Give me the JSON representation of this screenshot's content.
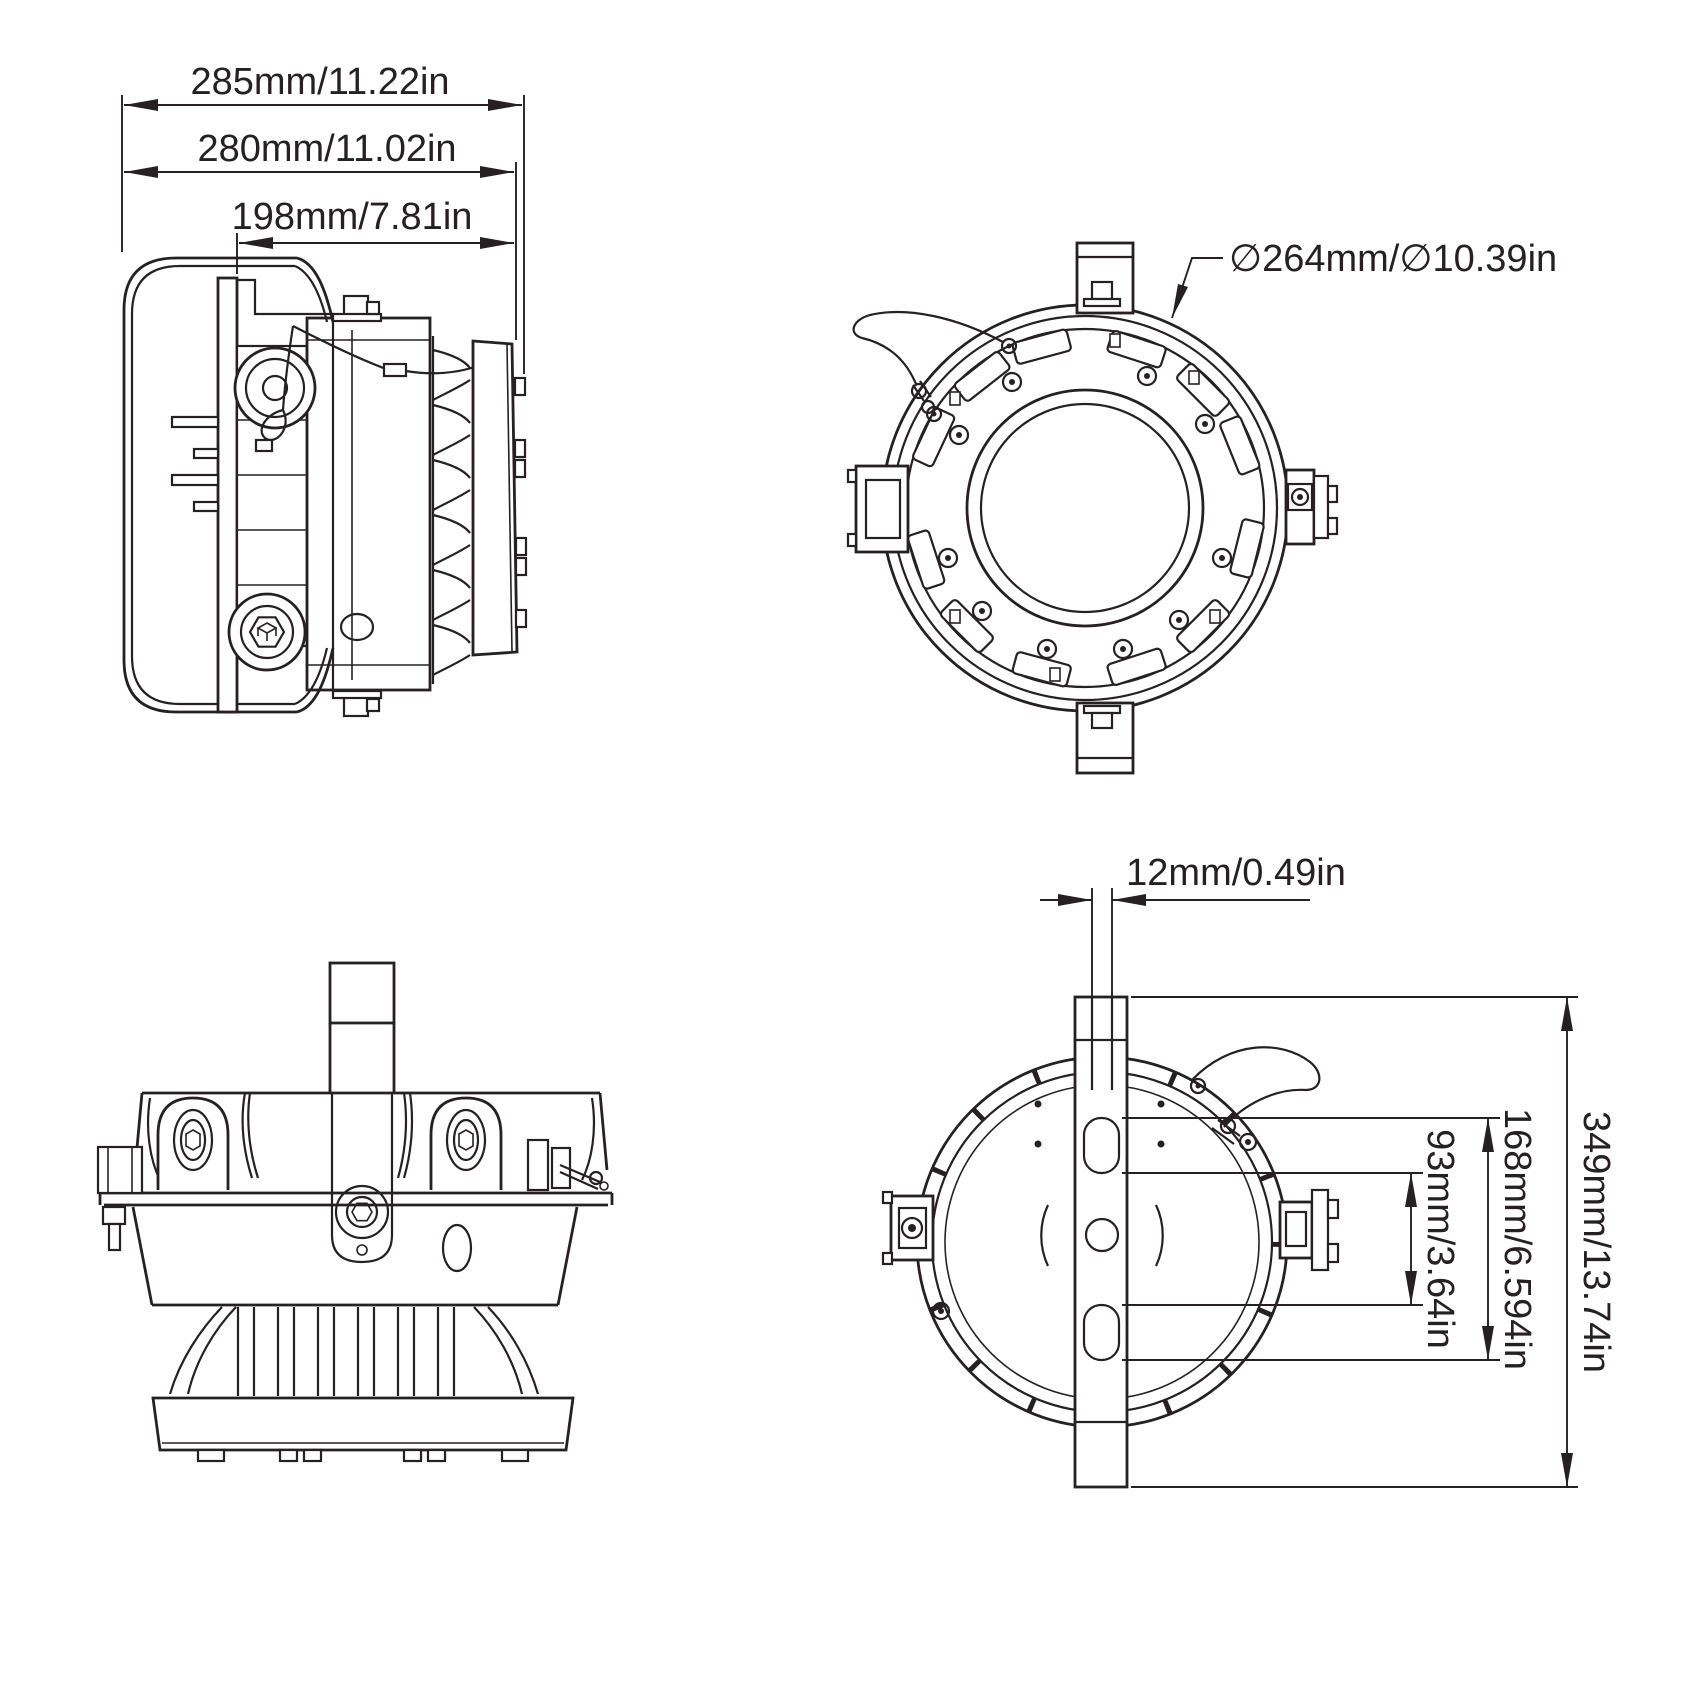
{
  "page": {
    "background": "#ffffff",
    "line_color": "#272022",
    "type": "technical-dimension-drawing",
    "subject": "round explosion-proof LED light fixture, four orthographic views"
  },
  "views": {
    "side_view": {
      "name": "side view (top-left)",
      "dims": {
        "overall_depth": "285mm/11.22in",
        "housing_depth": "280mm/11.02in",
        "body_depth": "198mm/7.81in"
      }
    },
    "front_view": {
      "name": "front lens view (top-right)",
      "dims": {
        "diameter": "∅264mm/∅10.39in"
      }
    },
    "top_view": {
      "name": "top view with mounting arm (bottom-left)",
      "dims": {}
    },
    "back_view": {
      "name": "back view with mounting bracket (bottom-right)",
      "dims": {
        "bracket_thickness": "12mm/0.49in",
        "slot_inner_spacing": "93mm/3.64in",
        "slot_outer_spacing": "168mm/6.594in",
        "bracket_length": "349mm/13.74in"
      }
    }
  }
}
